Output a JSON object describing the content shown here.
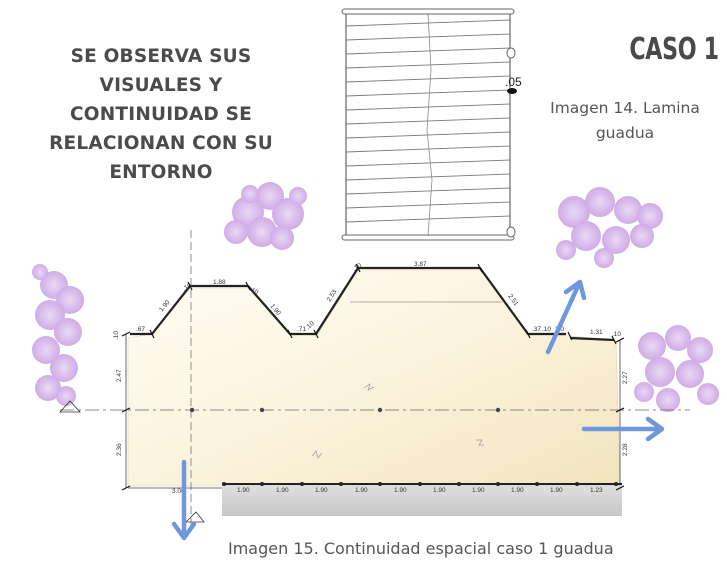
{
  "heading": {
    "lines": [
      "SE OBSERVA SUS",
      "VISUALES Y",
      "CONTINUIDAD SE",
      "RELACIONAN CON SU",
      "ENTORNO"
    ]
  },
  "case_title": "CASO 1",
  "caption_14": {
    "line1": "Imagen 14. Lamina",
    "line2": "guadua"
  },
  "caption_15": "Imagen 15. Continuidad espacial caso 1 guadua",
  "lamina_label": ".05",
  "dimensions": {
    "roof": [
      ".10",
      ".67",
      "1.90",
      ".10",
      "1.88",
      ".10",
      "1.90",
      ".71",
      ".10",
      "2.53",
      ".10",
      "3.87",
      "2.51",
      ".37",
      ".10",
      "1.0",
      "1.31",
      ".10"
    ],
    "left_side": [
      "2.47",
      "2.36"
    ],
    "right_side": [
      "2.27",
      "2.28"
    ],
    "bottom": [
      "3.00",
      "1.90",
      "1.90",
      "1.90",
      "1.90",
      "1.90",
      "1.90",
      "1.90",
      "1.90",
      "1.90",
      "1.23"
    ]
  },
  "colors": {
    "heading": "#4b4b4b",
    "arrow": "#6f97dc",
    "tree": "#cfa6e6",
    "floor_plan": "#fdf8ea"
  }
}
